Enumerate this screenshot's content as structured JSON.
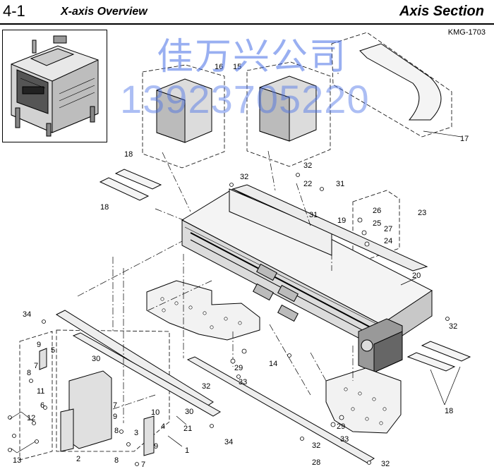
{
  "header": {
    "section_number": "4-1",
    "title": "X-axis Overview",
    "right_title": "Axis Section"
  },
  "model_code": "KMG-1703",
  "watermark": {
    "line1": "佳万兴公司",
    "line2": "13923705220"
  },
  "callouts": [
    "1",
    "2",
    "3",
    "4",
    "5",
    "6",
    "7",
    "8",
    "9",
    "10",
    "11",
    "12",
    "13",
    "14",
    "15",
    "16",
    "17",
    "18",
    "19",
    "20",
    "21",
    "22",
    "23",
    "24",
    "25",
    "26",
    "27",
    "28",
    "29",
    "30",
    "31",
    "32",
    "33",
    "34"
  ],
  "colors": {
    "ink": "#000000",
    "watermark": "#466ee6"
  }
}
